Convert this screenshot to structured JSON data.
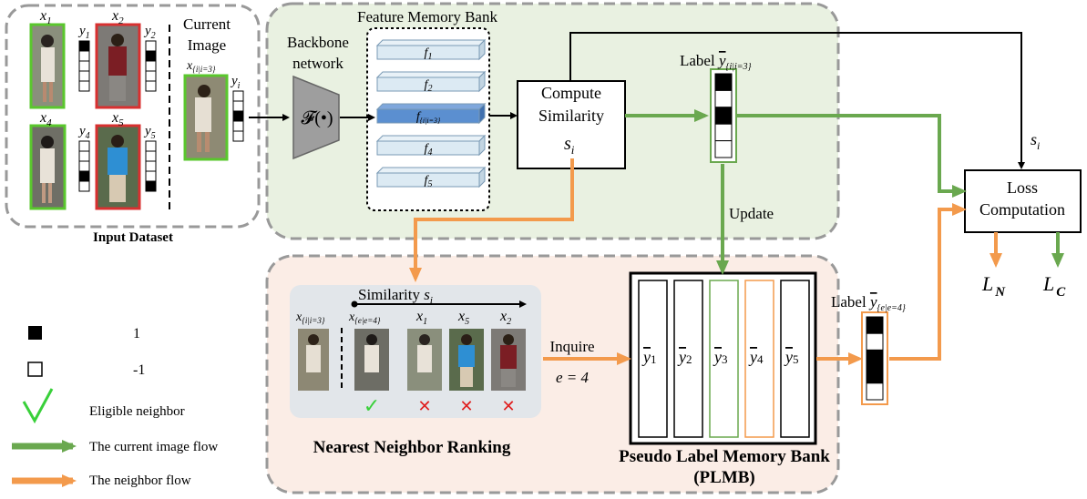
{
  "input_dataset": {
    "title": "Input Dataset",
    "items": [
      {
        "x": "x",
        "sub": "1",
        "y": "y",
        "ysub": "1",
        "frame": "#5ac72d"
      },
      {
        "x": "x",
        "sub": "2",
        "y": "y",
        "ysub": "2",
        "frame": "#d83030"
      },
      {
        "x": "x",
        "sub": "4",
        "y": "y",
        "ysub": "4",
        "frame": "#5ac72d"
      },
      {
        "x": "x",
        "sub": "5",
        "y": "y",
        "ysub": "5",
        "frame": "#d83030"
      }
    ],
    "current_image_label_1": "Current",
    "current_image_label_2": "Image",
    "current_var": "x",
    "current_sub": "{i|i=3}",
    "current_y": "y",
    "current_ysub": "i"
  },
  "feature_memory_bank": {
    "title": "Feature Memory Bank",
    "backbone_1": "Backbone",
    "backbone_2": "network",
    "function": "𝓕(•)",
    "features": [
      {
        "name": "f",
        "sub": "1"
      },
      {
        "name": "f",
        "sub": "2"
      },
      {
        "name": "f",
        "sub": "{i|i=3}",
        "highlight": true
      },
      {
        "name": "f",
        "sub": "4"
      },
      {
        "name": "f",
        "sub": "5"
      }
    ],
    "compute_1": "Compute",
    "compute_2": "Similarity",
    "compute_var": "s",
    "compute_sub": "i",
    "label_text": "Label ",
    "label_var": "y",
    "label_sub": "{i|i=3}",
    "update": "Update",
    "si_var": "s",
    "si_sub": "i"
  },
  "loss": {
    "line1": "Loss",
    "line2": "Computation",
    "ln": "L",
    "ln_sub": "N",
    "lc": "L",
    "lc_sub": "C"
  },
  "ranking": {
    "title": "Nearest Neighbor Ranking",
    "similarity": "Similarity ",
    "sim_var": "s",
    "sim_sub": "i",
    "query": {
      "var": "x",
      "sub": "{i|i=3}"
    },
    "neighbors": [
      {
        "var": "x",
        "sub": "{e|e=4}",
        "mark": "✓"
      },
      {
        "var": "x",
        "sub": "1",
        "mark": "✕"
      },
      {
        "var": "x",
        "sub": "5",
        "mark": "✕"
      },
      {
        "var": "x",
        "sub": "2",
        "mark": "✕"
      }
    ],
    "inquire": "Inquire",
    "e_eq": "e = 4"
  },
  "plmb": {
    "title_1": "Pseudo Label Memory Bank",
    "title_2": "(PLMB)",
    "columns": [
      {
        "var": "y",
        "sub": "1",
        "color": "#000"
      },
      {
        "var": "y",
        "sub": "2",
        "color": "#000"
      },
      {
        "var": "y",
        "sub": "3",
        "color": "#6aa84f"
      },
      {
        "var": "y",
        "sub": "4",
        "color": "#f39a4c"
      },
      {
        "var": "y",
        "sub": "5",
        "color": "#000"
      }
    ],
    "label_text": "Label ",
    "label_var": "y",
    "label_sub": "{e|e=4}"
  },
  "legend": {
    "pos": "1",
    "neg": "-1",
    "eligible": "Eligible neighbor",
    "current_flow": "The current image flow",
    "neighbor_flow": "The neighbor flow"
  },
  "colors": {
    "green": "#6aa84f",
    "orange": "#f39a4c",
    "green_bg": "#e9f1e1",
    "orange_bg": "#fbede6",
    "feat_fill": "#dceaf3",
    "feat_hi": "#5b8fd0"
  }
}
